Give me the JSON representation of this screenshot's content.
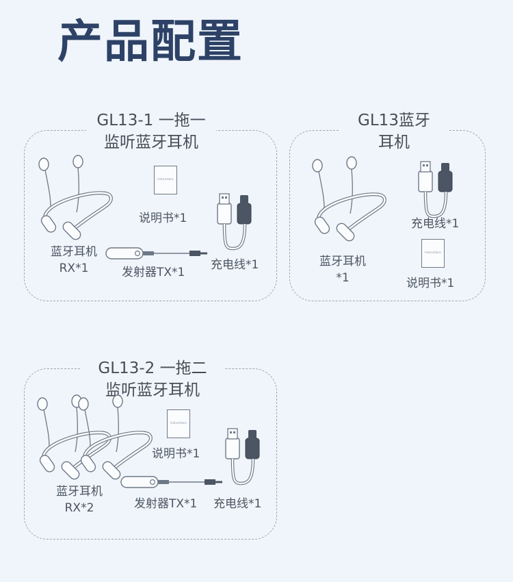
{
  "header": {
    "title": "产品配置"
  },
  "manual_cover_text": "Instructions",
  "colors": {
    "title": "#2d4266",
    "line": "#6d7886",
    "dark_plug": "#4b5563",
    "bg": "#f0f5fb"
  },
  "packages": [
    {
      "title_line1": "GL13-1 一拖一",
      "title_line2": "监听蓝牙耳机",
      "items": {
        "earphone_l1": "蓝牙耳机",
        "earphone_l2": "RX*1",
        "manual": "说明书*1",
        "transmitter": "发射器TX*1",
        "cable": "充电线*1"
      }
    },
    {
      "title_line1": "GL13蓝牙",
      "title_line2": "耳机",
      "items": {
        "cable": "充电线*1",
        "earphone_l1": "蓝牙耳机",
        "earphone_l2": "*1",
        "manual": "说明书*1"
      }
    },
    {
      "title_line1": "GL13-2  一拖二",
      "title_line2": "监听蓝牙耳机",
      "items": {
        "manual": "说明书*1",
        "earphone_l1": "蓝牙耳机",
        "earphone_l2": "RX*2",
        "transmitter": "发射器TX*1",
        "cable": "充电线*1"
      }
    }
  ]
}
